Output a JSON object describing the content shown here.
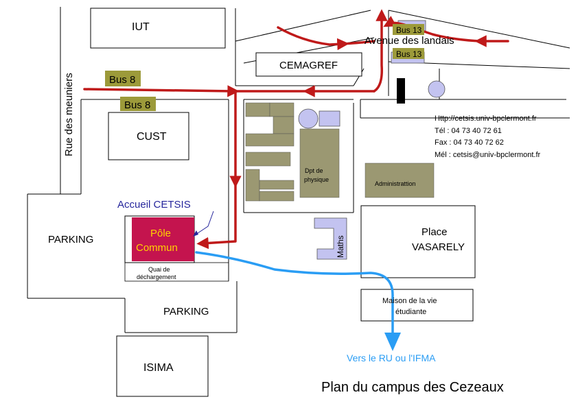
{
  "colors": {
    "route_red": "#bf1a1a",
    "route_blue": "#2a9df4",
    "pole_fill": "#c4144e",
    "pole_text": "#ffd200",
    "accent_blue_text": "#26269c",
    "bus_label_bg": "#9c9a3a",
    "olive_building": "#9b9872",
    "lavender_building": "#c3c3f0",
    "gray_building": "#9f9f9f"
  },
  "streets": {
    "rue_meuniers": "Rue des meuniers",
    "avenue_landais": "Avenue des landais"
  },
  "buses": {
    "bus8_a": "Bus 8",
    "bus8_b": "Bus 8",
    "bus13_a": "Bus 13",
    "bus13_b": "Bus 13"
  },
  "buildings": {
    "iut": "IUT",
    "cemagref": "CEMAGREF",
    "cust": "CUST",
    "dpt_physique_1": "Dpt de",
    "dpt_physique_2": "physique",
    "administration": "Administrattion",
    "maths": "Maths",
    "place_1": "Place",
    "place_2": "VASARELY",
    "maison_1": "Maison de la vie",
    "maison_2": "étudiante",
    "isima": "ISIMA",
    "parking_1": "PARKING",
    "parking_2": "PARKING",
    "pole_1": "Pôle",
    "pole_2": "Commun",
    "quai_1": "Quai de",
    "quai_2": "déchargement"
  },
  "accueil": "Accueil CETSIS",
  "contact": {
    "url": "Http://cetsis.univ-bpclermont.fr",
    "tel": "Tél : 04 73 40 72 61",
    "fax": "Fax : 04 73 40 72 62",
    "mail": "Mél : cetsis@univ-bpclermont.fr"
  },
  "direction": "Vers le RU ou l'IFMA",
  "title": "Plan du campus des Cezeaux"
}
